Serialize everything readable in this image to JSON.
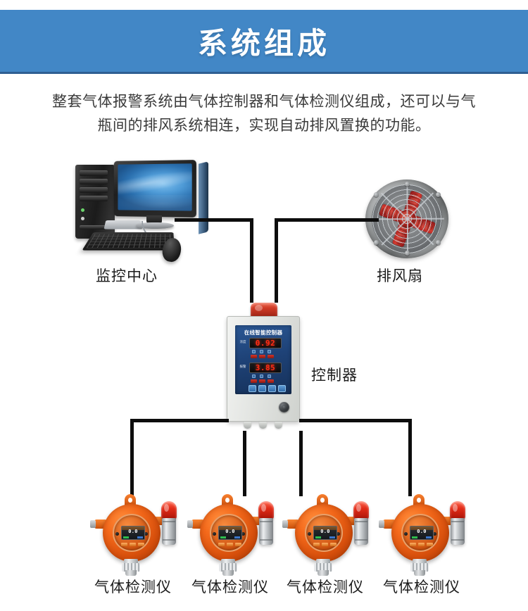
{
  "header": {
    "title": "系统组成",
    "banner_color": "#4287c6",
    "banner_border_color": "#2f5f92",
    "title_color": "#ffffff"
  },
  "description": {
    "line1": "整套气体报警系统由气体控制器和气体检测仪组成，还可以与气",
    "line2": "瓶间的排风系统相连，实现自动排风置换的功能。"
  },
  "diagram": {
    "wire_color": "#0d0d0d",
    "nodes": {
      "monitoring_center": {
        "label": "监控中心",
        "icon": "desktop-computer-icon"
      },
      "exhaust_fan": {
        "label": "排风扇",
        "icon": "exhaust-fan-icon",
        "blade_color": "#c0301f",
        "housing_color": "#8d9092"
      },
      "controller": {
        "label": "控制器",
        "icon": "wall-controller-icon",
        "panel_title": "在线智能控制器",
        "display_top": "0.92",
        "display_bottom": "3.85",
        "display_color": "#ff2d16",
        "panel_color": "#1e4277",
        "alarm_lamp_color": "#cf3a26",
        "tag_top": "浓度",
        "tag_bottom": "报警"
      }
    },
    "detectors": [
      {
        "label": "气体检测仪",
        "reading": "0.0",
        "body_color": "#f4691b",
        "beacon_color": "#e22b17"
      },
      {
        "label": "气体检测仪",
        "reading": "0.0",
        "body_color": "#f4691b",
        "beacon_color": "#e22b17"
      },
      {
        "label": "气体检测仪",
        "reading": "0.0",
        "body_color": "#f4691b",
        "beacon_color": "#e22b17"
      },
      {
        "label": "气体检测仪",
        "reading": "0.0",
        "body_color": "#f4691b",
        "beacon_color": "#e22b17"
      }
    ]
  }
}
